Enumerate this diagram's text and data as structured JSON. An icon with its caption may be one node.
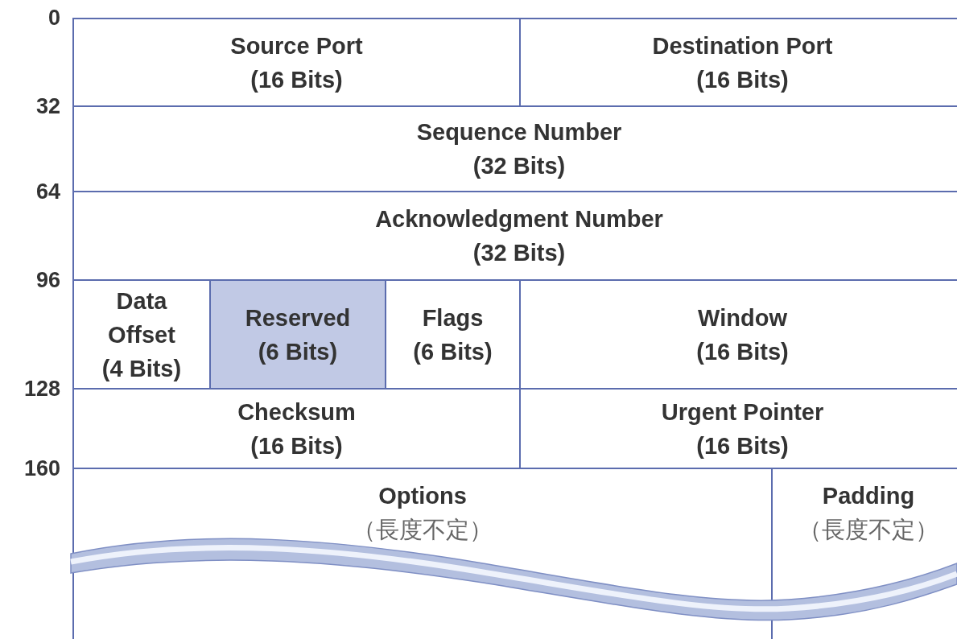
{
  "diagram": {
    "nodes": [
      {
        "text": [
          "Source Port",
          "(16 Bits)"
        ]
      },
      {
        "text": [
          "Destination Port",
          "(16 Bits)"
        ]
      },
      {
        "text": [
          "Sequence Number",
          "(32 Bits)"
        ]
      },
      {
        "text": [
          "Acknowledgment Number",
          "(32 Bits)"
        ]
      },
      {
        "text": [
          "Data Offset",
          "(4 Bits)"
        ]
      },
      {
        "text": [
          "Reserved",
          "(6 Bits)"
        ]
      },
      {
        "text": [
          "Flags",
          "(6 Bits)"
        ]
      },
      {
        "text": [
          "Window",
          "(16 Bits)"
        ]
      },
      {
        "text": [
          "Checksum",
          "(16 Bits)"
        ]
      },
      {
        "text": [
          "Urgent Pointer",
          "(16 Bits)"
        ]
      },
      {
        "text": [
          "Options",
          "（長度不定）"
        ]
      },
      {
        "text": [
          "Padding",
          "（長度不定）"
        ]
      }
    ],
    "labels": [
      "0",
      "32",
      "64",
      "96",
      "128",
      "160"
    ]
  }
}
